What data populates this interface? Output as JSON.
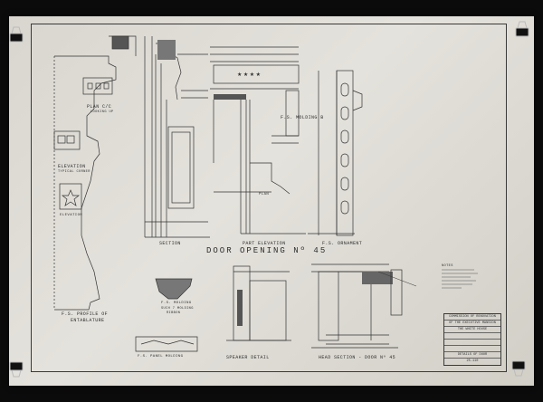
{
  "sheet": {
    "plan_title": "PLAN C/C",
    "plan_sub": "LOOKING UP",
    "elevation_title": "ELEVATION",
    "elevation_sub": "TYPICAL CORNER",
    "elevation_label": "ELEVATION",
    "fs_profile_title": "F.S. PROFILE OF",
    "fs_profile_sub": "ENTABLATURE",
    "section": "SECTION",
    "part_elevation": "PART ELEVATION",
    "door_opening": "DOOR OPENING Nº 45",
    "fs_molding_b": "F.S. MOLDING B",
    "fs_ornament": "F.S. ORNAMENT",
    "plan": "PLAN",
    "fs_molding_title": "F.S. MOLDING",
    "fs_molding_sub": "SUCH 7 MOLDING",
    "fs_molding_sub2": "RIBBON",
    "fs_panel_molding": "F.S. PANEL MOLDING",
    "speaker_detail": "SPEAKER DETAIL",
    "head_section": "HEAD SECTION - DOOR Nº 45",
    "notes_title": "NOTES",
    "title_block": [
      "COMMISSION OF RENOVATION",
      "OF THE EXECUTIVE MANSION",
      "THE WHITE HOUSE",
      "",
      "",
      "",
      "DETAILS OF DOOR",
      "25-110"
    ]
  },
  "colors": {
    "background": "#0b0b0b",
    "paper": "#dddad3",
    "ink": "#2e2e2e"
  }
}
